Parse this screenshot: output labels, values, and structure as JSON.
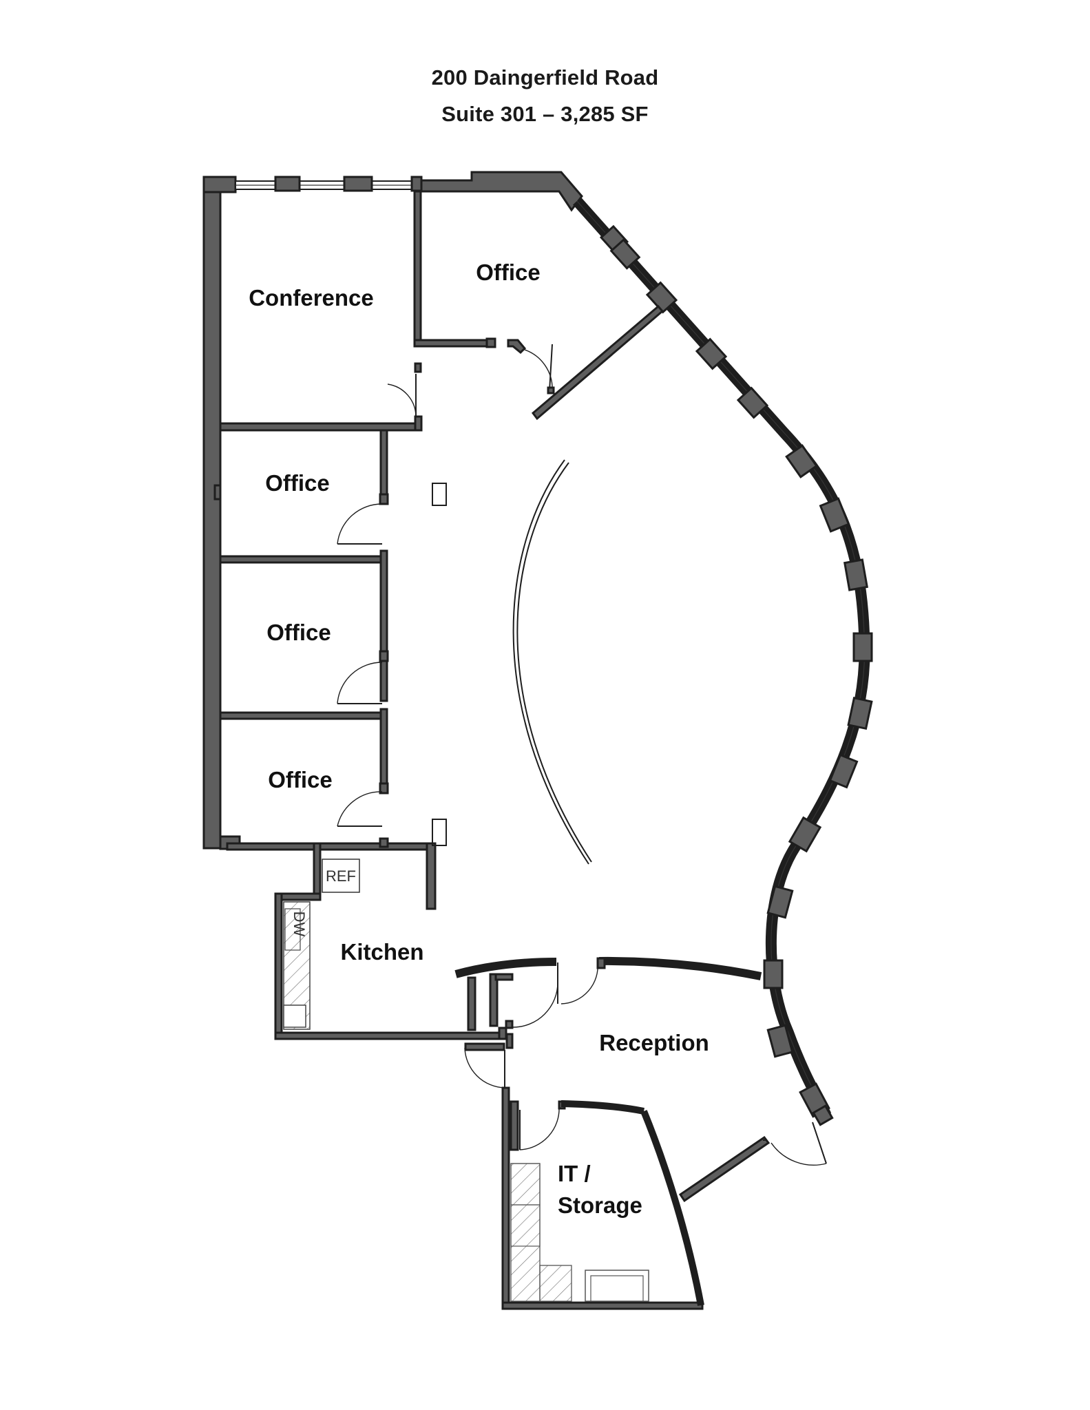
{
  "header": {
    "address": "200 Daingerfield Road",
    "suite": "Suite 301 – 3,285 SF"
  },
  "rooms": {
    "conference": "Conference",
    "office_top": "Office",
    "office_1": "Office",
    "office_2": "Office",
    "office_3": "Office",
    "kitchen": "Kitchen",
    "reception": "Reception",
    "it_storage_line1": "IT /",
    "it_storage_line2": "Storage"
  },
  "fixtures": {
    "refrigerator": "REF",
    "dishwasher": "DW"
  },
  "colors": {
    "wall_fill": "#5e5e5e",
    "wall_stroke": "#1e1e1e",
    "background": "#ffffff"
  }
}
